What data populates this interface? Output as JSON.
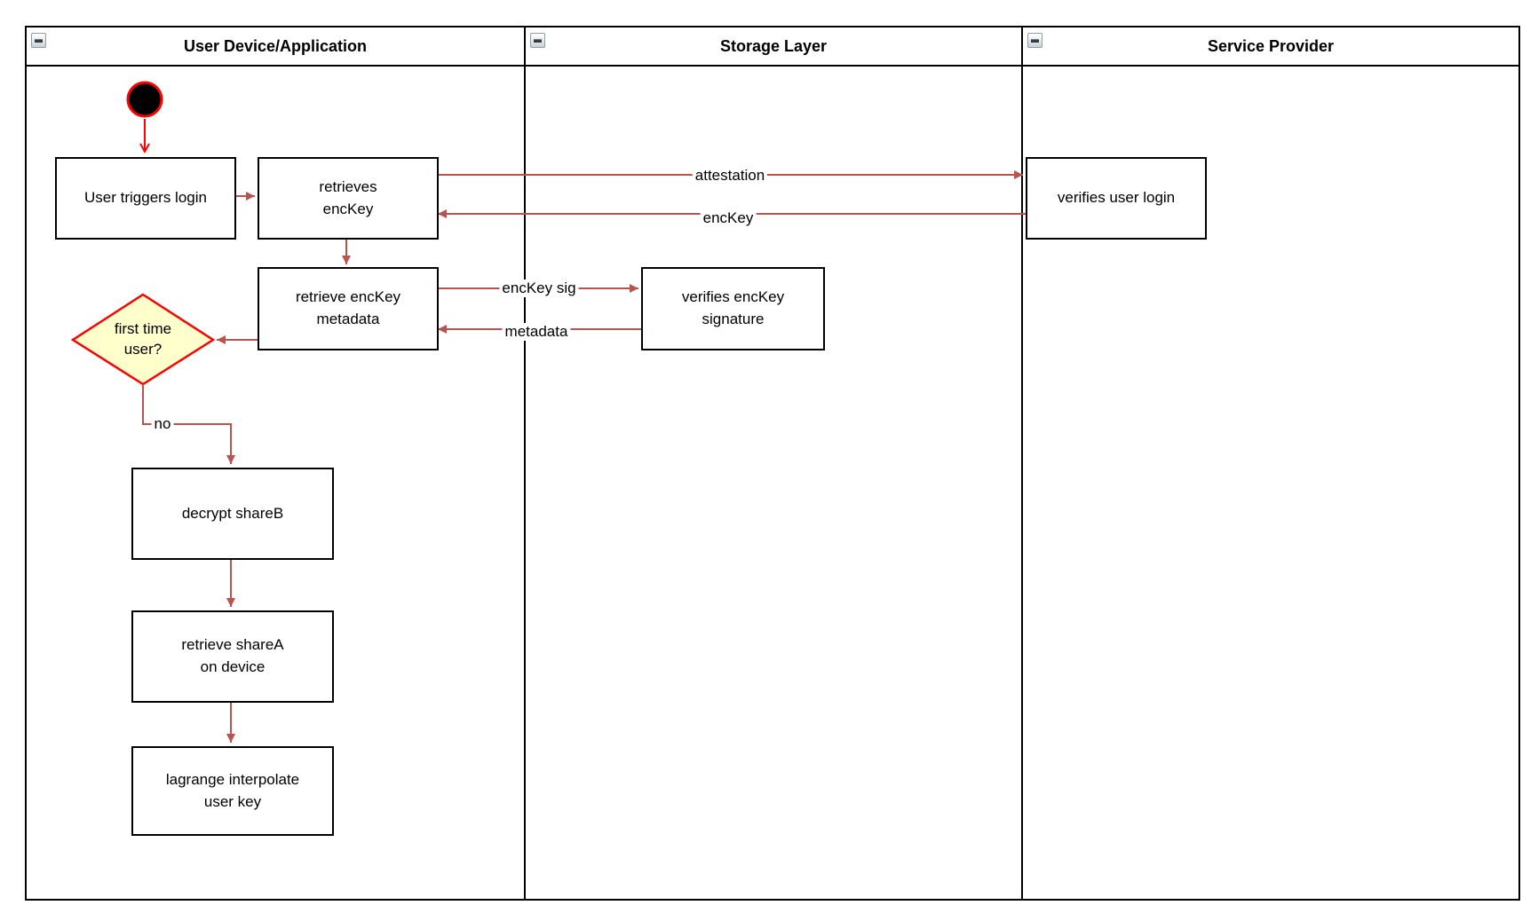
{
  "diagram": {
    "kind": "activity-swimlane-flowchart",
    "lanes": [
      {
        "id": "user-device",
        "title": "User Device/Application"
      },
      {
        "id": "storage-layer",
        "title": "Storage Layer"
      },
      {
        "id": "service-provider",
        "title": "Service Provider"
      }
    ],
    "nodes": {
      "start": {
        "type": "initial-state"
      },
      "user_triggers_login": {
        "label": "User triggers login"
      },
      "retrieves_enckey": {
        "label": "retrieves\nencKey"
      },
      "retrieve_enckey_metadata": {
        "label": "retrieve encKey\nmetadata"
      },
      "first_time_user": {
        "label": "first time\nuser?"
      },
      "decrypt_shareb": {
        "label": "decrypt shareB"
      },
      "retrieve_sharea": {
        "label": "retrieve shareA\non device"
      },
      "lagrange_interpolate": {
        "label": "lagrange interpolate\nuser key"
      },
      "verifies_enckey_signature": {
        "label": "verifies encKey\nsignature"
      },
      "verifies_user_login": {
        "label": "verifies user login"
      }
    },
    "edges": {
      "attestation": {
        "label": "attestation"
      },
      "enckey_return": {
        "label": "encKey"
      },
      "enckey_sig": {
        "label": "encKey sig"
      },
      "metadata_return": {
        "label": "metadata"
      },
      "no_branch": {
        "label": "no"
      }
    },
    "colors": {
      "flow_arrow": "#b85450",
      "start_accent": "#ff0000",
      "decision_fill": "#ffffcc",
      "decision_border": "#ff0000",
      "node_border": "#000000",
      "node_fill": "#ffffff",
      "collapse_icon_face": "#dbe3ea"
    }
  }
}
